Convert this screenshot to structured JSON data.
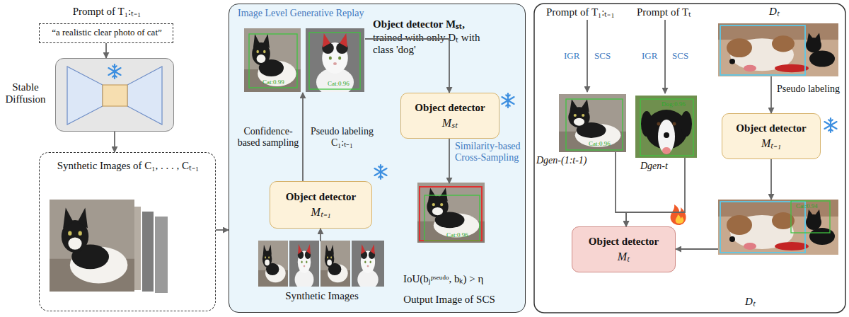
{
  "diagram": {
    "nodes": [
      {
        "text": [
          "Prompt of T₁:ₜ₋₁",
          "“a realistic clear photo of cat”"
        ]
      },
      {
        "text": [
          "Stable Diffusion"
        ]
      },
      {
        "text": [
          "Synthetic Images of C₁, . . . , Cₜ₋₁"
        ]
      },
      {
        "text": [
          "Image Level Generative Replay"
        ]
      },
      {
        "text": [
          "Cat:0.99",
          "Cat:0.96"
        ],
        "in": 3
      },
      {
        "text": [
          "Object detector",
          "Mₛₜ"
        ],
        "in": 3
      },
      {
        "text": [
          "Cat:0.96"
        ],
        "in": 3
      },
      {
        "text": [
          "Object detector",
          "Mₜ₋₁"
        ],
        "in": 3
      },
      {
        "text": [
          "Synthetic Images"
        ],
        "in": 3
      },
      {
        "text": [
          "Cat:0.96"
        ]
      },
      {
        "text": [
          "Dog:0.96"
        ]
      },
      {
        "text": [
          "Dₜ"
        ]
      },
      {
        "text": [
          "Object detector",
          "Mₜ₋₁"
        ]
      },
      {
        "text": [
          "Cat:0.94",
          "Dₜ"
        ]
      },
      {
        "text": [
          "Object detector",
          "Mₜ"
        ]
      }
    ],
    "edges": [
      {
        "from": 0,
        "to": 1,
        "arrow": "to"
      },
      {
        "from": 1,
        "to": 2,
        "arrow": "to"
      },
      {
        "from": 2,
        "to": 3,
        "arrow": "to"
      },
      {
        "from": 8,
        "to": 7,
        "arrow": "to"
      },
      {
        "from": 7,
        "to": 4,
        "arrow": "to"
      },
      {
        "from": 4,
        "to": 5,
        "arrow": "to"
      },
      {
        "from": 5,
        "to": 6,
        "label": "Similarity-based Cross-Sampling",
        "arrow": "to"
      },
      {
        "from": 11,
        "to": 12,
        "label": "Pseudo labeling",
        "arrow": "to"
      },
      {
        "from": 12,
        "to": 13,
        "arrow": "to"
      },
      {
        "from": 13,
        "to": 14,
        "arrow": "to"
      },
      {
        "from": 9,
        "to": 14,
        "arrow": "to"
      },
      {
        "from": 10,
        "to": 14,
        "arrow": "to"
      }
    ],
    "labels": [
      "Object detector Mₛₜ,",
      "trained with only Dₜ with class 'dog'",
      "Confidence-based sampling",
      "Pseudo labeling C₁:ₜ₋₁",
      "IoU(bⱼᵖˢᵉᵘᵈᵒ, bₖ) > η",
      "Output Image of SCS",
      "Prompt of T₁:ₜ₋₁",
      "Prompt of Tₜ",
      "IGR",
      "SCS",
      "IGR",
      "SCS",
      "Dgen-(1:t-1)",
      "Dgen-t"
    ]
  }
}
